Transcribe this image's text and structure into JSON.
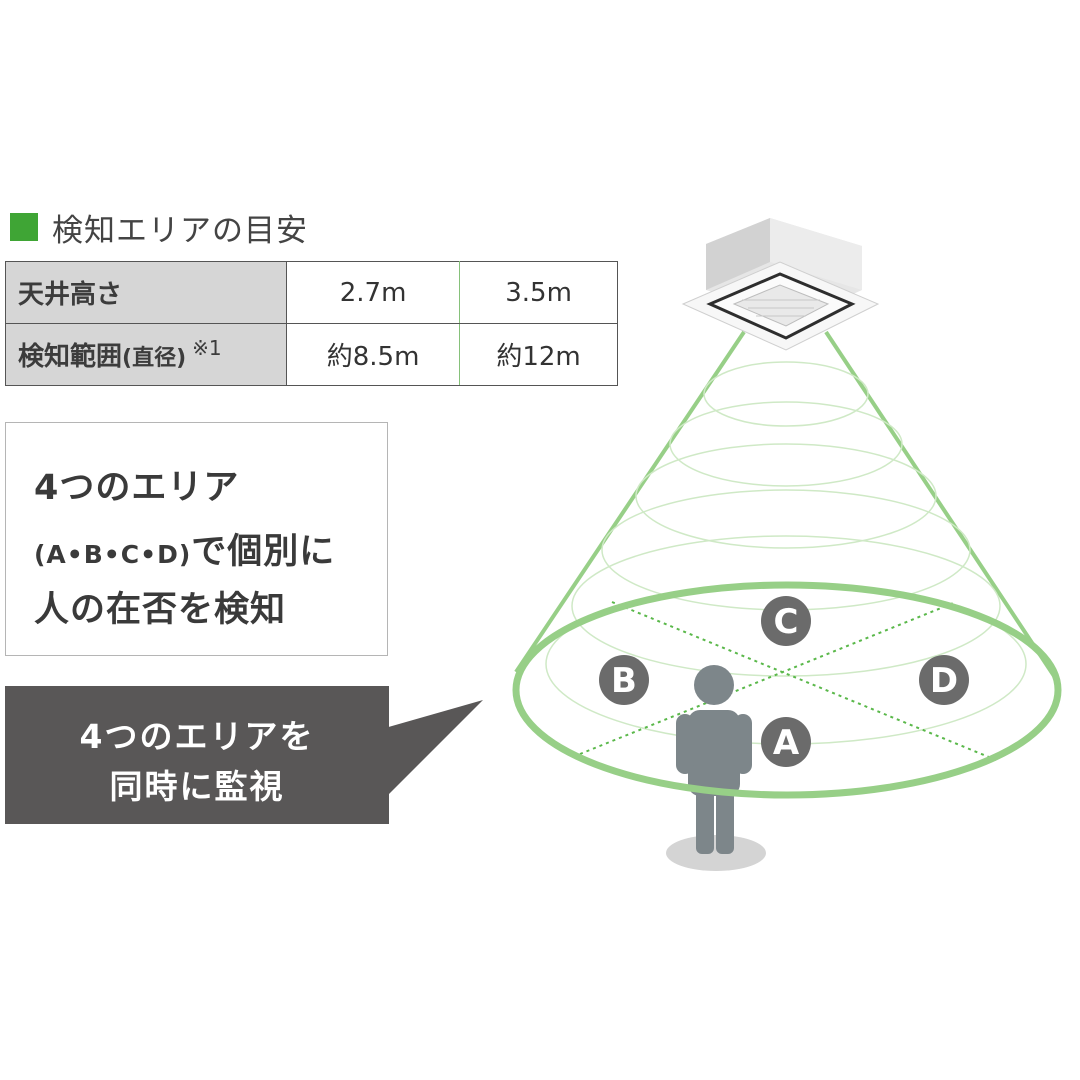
{
  "heading": {
    "title": "検知エリアの目安"
  },
  "table": {
    "rows": [
      {
        "label": "天井高さ",
        "values": [
          "2.7m",
          "3.5m"
        ]
      },
      {
        "label": "検知範囲",
        "label_sub": "(直径)",
        "label_note": "※1",
        "values": [
          "約8.5m",
          "約12m"
        ]
      }
    ]
  },
  "info": {
    "line1": "4つのエリア",
    "line2_small": "(A•B•C•D)",
    "line2_rest": "で個別に",
    "line3": "人の在否を検知"
  },
  "callout": {
    "line1": "4つのエリアを",
    "line2": "同時に監視"
  },
  "zones": {
    "a": "A",
    "b": "B",
    "c": "C",
    "d": "D"
  },
  "colors": {
    "accent_green": "#3fa535",
    "cone_green": "#97cf87",
    "dark_gray": "#595757",
    "label_circle": "#6b6b6b",
    "person": "#7d868a"
  },
  "icons": [
    "ceiling-ac-unit-icon",
    "person-icon"
  ]
}
